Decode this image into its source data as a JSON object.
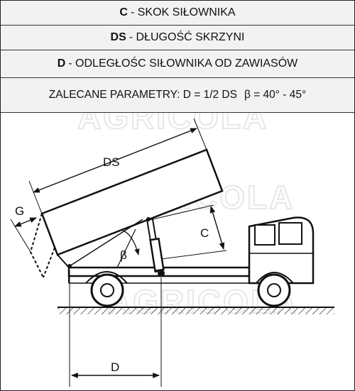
{
  "legend": {
    "c": {
      "key": "C",
      "text": "- SKOK SIŁOWNIKA"
    },
    "ds": {
      "key": "DS",
      "text": " - DŁUGOŚĆ SKRZYNI"
    },
    "d": {
      "key": "D",
      "text": "- ODLEGŁOŚC SIŁOWNIKA OD ZAWIASÓW"
    },
    "params": {
      "text": "ZALECANE PARAMETRY: D = 1/2 DS",
      "angle": "β = 40° - 45°"
    }
  },
  "diagram": {
    "label_ds": "DS",
    "label_g": "G",
    "label_c": "C",
    "label_beta": "β",
    "label_d": "D",
    "watermark": "AGRICOLA"
  }
}
